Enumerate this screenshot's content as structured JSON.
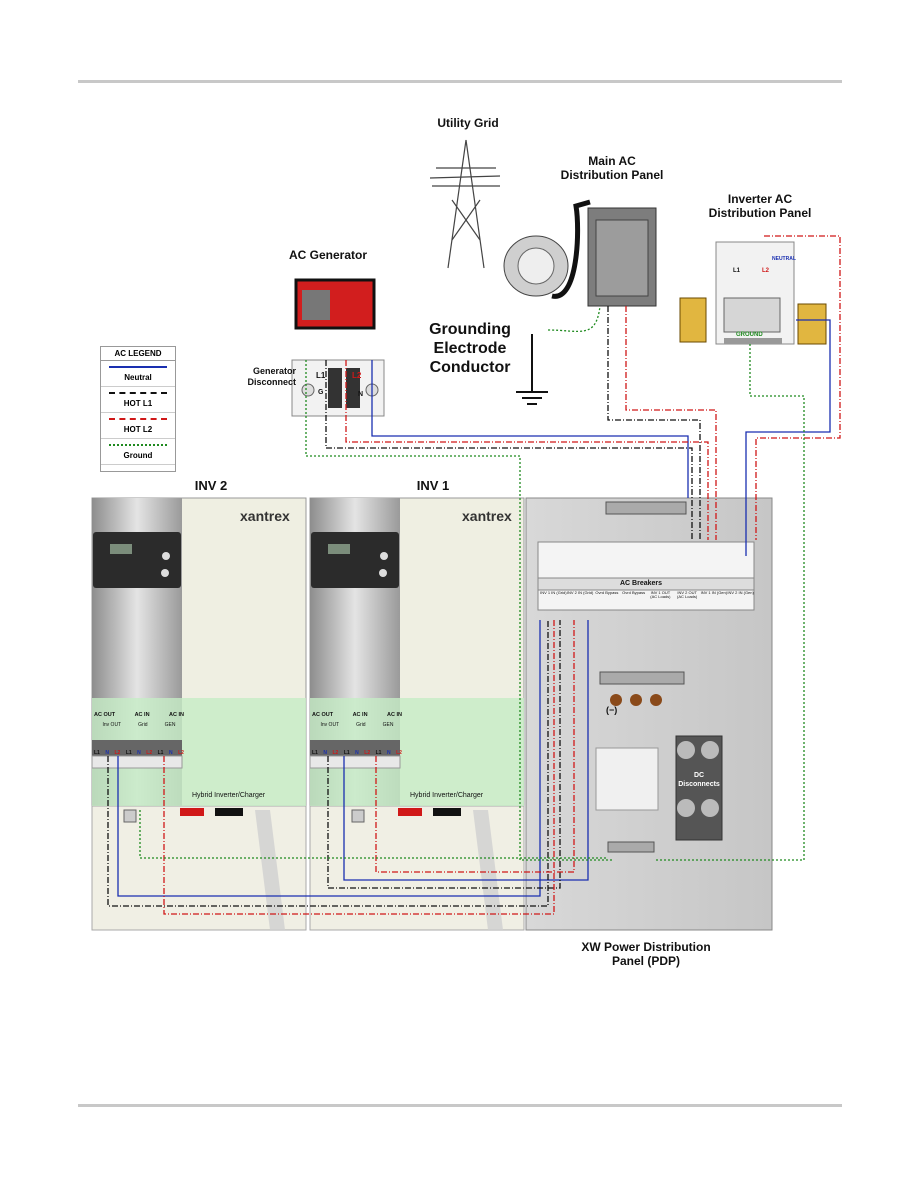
{
  "labels": {
    "utility_grid": "Utility Grid",
    "main_ac_panel": "Main AC\nDistribution Panel",
    "inverter_ac_panel": "Inverter AC\nDistribution Panel",
    "ac_generator": "AC Generator",
    "generator_disconnect": "Generator\nDisconnect",
    "grounding_electrode": "Grounding\nElectrode\nConductor",
    "inv2": "INV 2",
    "inv1": "INV 1",
    "pdp": "XW Power Distribution\nPanel (PDP)"
  },
  "legend": {
    "title": "AC LEGEND",
    "items": [
      {
        "label": "Neutral",
        "color": "#1a2fb0",
        "style": "solid"
      },
      {
        "label": "HOT L1",
        "color": "#111111",
        "style": "dashdot"
      },
      {
        "label": "HOT L2",
        "color": "#d01818",
        "style": "dashdot"
      },
      {
        "label": "Ground",
        "color": "#1f8a1f",
        "style": "dotted"
      }
    ]
  },
  "inverter": {
    "brand": "xantrex",
    "model_label": "Hybrid Inverter/Charger",
    "terminal_groups": [
      "AC OUT",
      "AC IN",
      "AC IN"
    ],
    "terminal_sub": [
      "Inv OUT",
      "Grid",
      "GEN"
    ],
    "terminal_pins": [
      "L1",
      "N",
      "L2",
      "L1",
      "N",
      "L2",
      "L1",
      "N",
      "L2"
    ]
  },
  "pdp_panel": {
    "breakers_label": "AC Breakers",
    "breaker_names": [
      "INV 1 IN (Grid)",
      "INV 2 IN (Grid)",
      "Ovrd Bypass",
      "Ovrd Bypass",
      "INV 1 OUT (AC Loads)",
      "INV 2 OUT (AC Loads)",
      "INV 1 IN (Gen)",
      "INV 2 IN (Gen)"
    ],
    "dc_minus": "(−)",
    "dc_disconnects": "DC\nDisconnects"
  },
  "gen_disconnect_pins": {
    "l1": "L1",
    "l2": "L2",
    "g": "G",
    "n": "N"
  },
  "inv_panel_pins": {
    "l1": "L1",
    "l2": "L2",
    "neutral": "NEUTRAL",
    "ground": "GROUND"
  },
  "colors": {
    "neutral": "#1a2fb0",
    "l1": "#111111",
    "l2": "#d01818",
    "ground": "#1f8a1f"
  }
}
